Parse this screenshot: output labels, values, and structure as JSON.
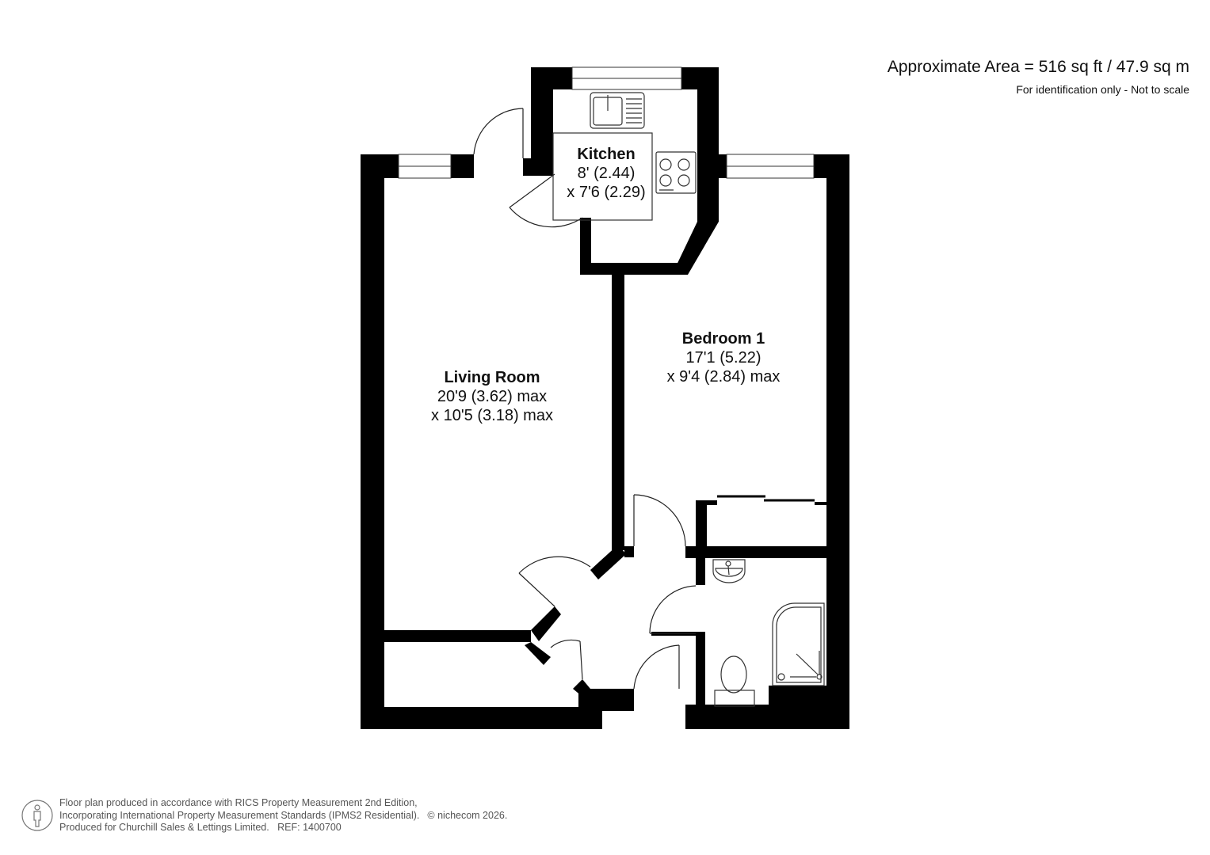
{
  "header": {
    "area_title": "Approximate Area = 516 sq ft / 47.9 sq m",
    "area_subtitle": "For identification only - Not to scale"
  },
  "rooms": [
    {
      "name": "Kitchen",
      "dim1": "8' (2.44)",
      "dim2": "x 7'6 (2.29)"
    },
    {
      "name": "Bedroom 1",
      "dim1": "17'1 (5.22)",
      "dim2": "x 9'4 (2.84) max"
    },
    {
      "name": "Living Room",
      "dim1": "20'9 (3.62) max",
      "dim2": "x 10'5 (3.18) max"
    }
  ],
  "fixtures": [
    "sink-icon",
    "hob-icon",
    "basin-icon",
    "toilet-icon",
    "shower-icon",
    "wardrobe-icon"
  ],
  "footer": {
    "line1": "Floor plan produced in accordance with RICS Property Measurement 2nd Edition,",
    "line2": "Incorporating International Property Measurement Standards (IPMS2 Residential).",
    "copyright": "© nichecom 2026.",
    "line3": "Produced for Churchill Sales & Lettings Limited.   REF: 1400700"
  },
  "colors": {
    "wall": "#000000",
    "background": "#ffffff",
    "text": "#111111",
    "footer_text": "#555555"
  }
}
